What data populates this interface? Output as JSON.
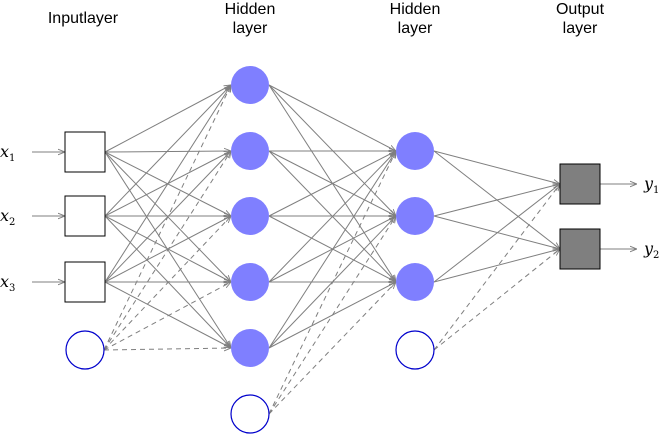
{
  "layer_titles": {
    "input": "Inputlayer",
    "hidden1": [
      "Hidden",
      "layer"
    ],
    "hidden2": [
      "Hidden",
      "layer"
    ],
    "output": [
      "Output",
      "layer"
    ]
  },
  "inputs": [
    {
      "var": "x",
      "sub": "1"
    },
    {
      "var": "x",
      "sub": "2"
    },
    {
      "var": "x",
      "sub": "3"
    }
  ],
  "outputs": [
    {
      "var": "y",
      "sub": "1"
    },
    {
      "var": "y",
      "sub": "2"
    }
  ],
  "network": {
    "input_units": 3,
    "hidden1_units": 5,
    "hidden2_units": 3,
    "output_units": 2,
    "bias_units": [
      "input",
      "hidden1",
      "hidden2"
    ]
  },
  "colors": {
    "hidden_node": "#7f7fff",
    "bias_node_stroke": "#0000cc",
    "output_node": "#7f7f7f",
    "connection": "#7f7f7f"
  }
}
